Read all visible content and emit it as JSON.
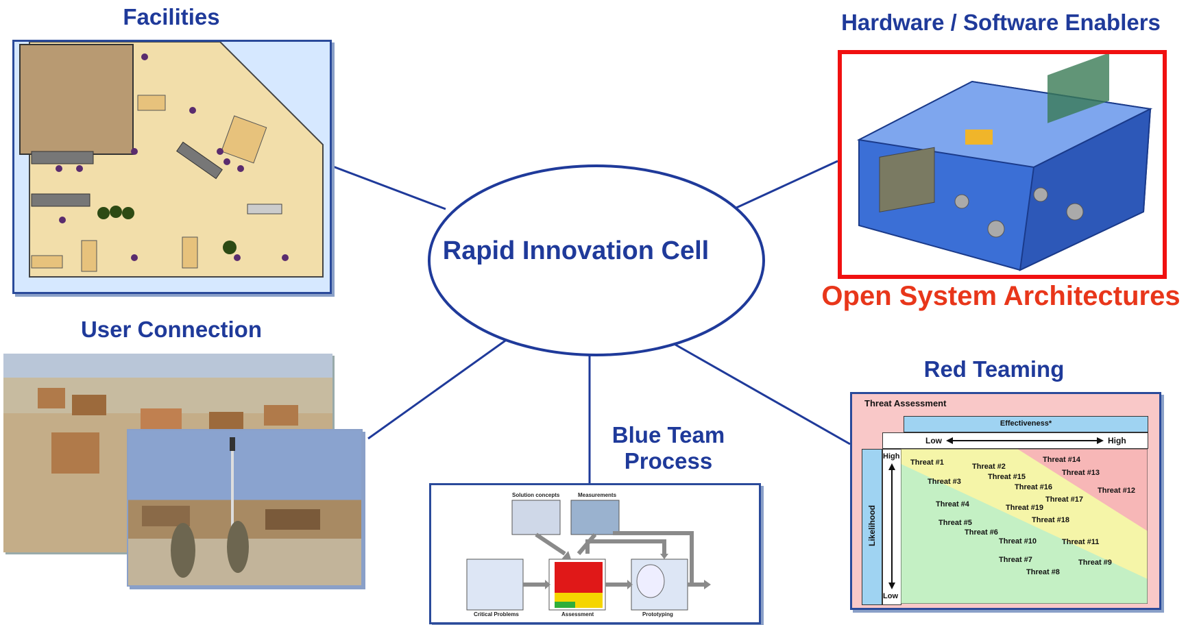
{
  "titles": {
    "facilities": "Facilities",
    "hardware": "Hardware / Software Enablers",
    "open_arch": "Open System Architectures",
    "user_connection": "User Connection",
    "red_teaming": "Red Teaming",
    "blue_team": "Blue Team\nProcess"
  },
  "center": {
    "label": "Rapid Innovation Cell"
  },
  "blue_team_diagram": {
    "solution_concepts": "Solution concepts",
    "measurements": "Measurements",
    "critical_problems": "Critical Problems",
    "assessment": "Assessment",
    "prototyping": "Prototyping"
  },
  "threat_assessment": {
    "title": "Threat Assessment",
    "effectiveness": "Effectiveness*",
    "low": "Low",
    "high": "High",
    "likelihood": "Likelihood",
    "lik_high": "High",
    "lik_low": "Low",
    "threats": [
      "Threat #1",
      "Threat #2",
      "Threat #3",
      "Threat #4",
      "Threat #5",
      "Threat #6",
      "Threat #7",
      "Threat #8",
      "Threat #9",
      "Threat #10",
      "Threat #11",
      "Threat #12",
      "Threat #13",
      "Threat #14",
      "Threat #15",
      "Threat #16",
      "Threat #17",
      "Threat #18",
      "Threat #19"
    ]
  },
  "colors": {
    "title_blue": "#1f3a9a",
    "osa_red": "#e8361a",
    "frame_red": "#f01010",
    "connector": "#1f3a9a"
  }
}
